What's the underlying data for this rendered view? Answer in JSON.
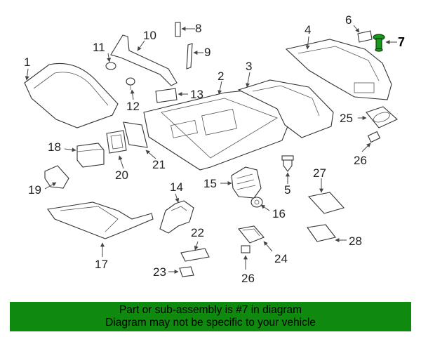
{
  "callouts": [
    {
      "id": "1",
      "label": "1"
    },
    {
      "id": "2",
      "label": "2"
    },
    {
      "id": "3",
      "label": "3"
    },
    {
      "id": "4",
      "label": "4"
    },
    {
      "id": "5",
      "label": "5"
    },
    {
      "id": "6",
      "label": "6"
    },
    {
      "id": "7",
      "label": "7"
    },
    {
      "id": "8",
      "label": "8"
    },
    {
      "id": "9",
      "label": "9"
    },
    {
      "id": "10",
      "label": "10"
    },
    {
      "id": "11",
      "label": "11"
    },
    {
      "id": "12",
      "label": "12"
    },
    {
      "id": "13",
      "label": "13"
    },
    {
      "id": "14",
      "label": "14"
    },
    {
      "id": "15",
      "label": "15"
    },
    {
      "id": "16",
      "label": "16"
    },
    {
      "id": "17",
      "label": "17"
    },
    {
      "id": "18",
      "label": "18"
    },
    {
      "id": "19",
      "label": "19"
    },
    {
      "id": "20",
      "label": "20"
    },
    {
      "id": "21",
      "label": "21"
    },
    {
      "id": "22",
      "label": "22"
    },
    {
      "id": "23",
      "label": "23"
    },
    {
      "id": "24",
      "label": "24"
    },
    {
      "id": "25",
      "label": "25"
    },
    {
      "id": "26a",
      "label": "26"
    },
    {
      "id": "26b",
      "label": "26"
    },
    {
      "id": "27",
      "label": "27"
    },
    {
      "id": "28",
      "label": "28"
    }
  ],
  "highlighted_part": "7",
  "banner": {
    "line1": "Part or sub-assembly is #7 in diagram",
    "line2": "Diagram may not be specific to your vehicle"
  },
  "colors": {
    "banner": "#0f8a0f",
    "highlight_part": "#1a9a1a"
  }
}
